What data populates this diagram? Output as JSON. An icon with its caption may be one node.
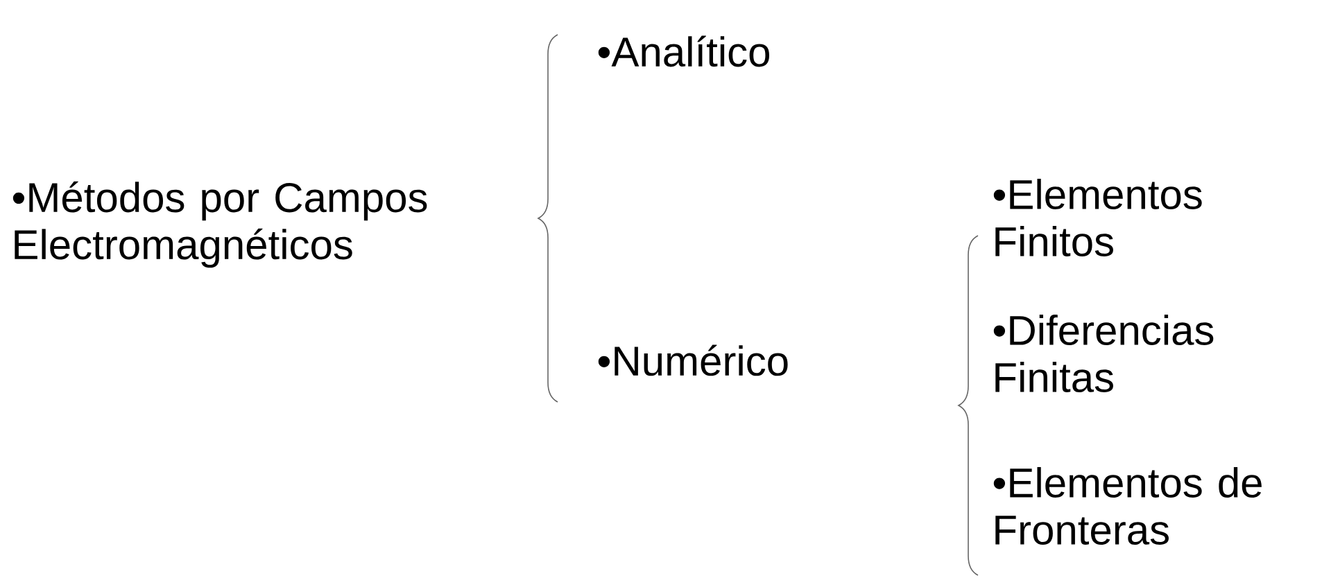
{
  "diagram": {
    "nodes": [
      {
        "text": [
          "•Métodos por Campos Electromagnéticos"
        ]
      },
      {
        "text": [
          "•Analítico"
        ]
      },
      {
        "text": [
          "•Numérico"
        ]
      },
      {
        "text": [
          "•Elementos Finitos"
        ]
      },
      {
        "text": [
          "•Diferencias Finitas"
        ]
      },
      {
        "text": [
          "•Elementos de Fronteras"
        ]
      }
    ]
  }
}
